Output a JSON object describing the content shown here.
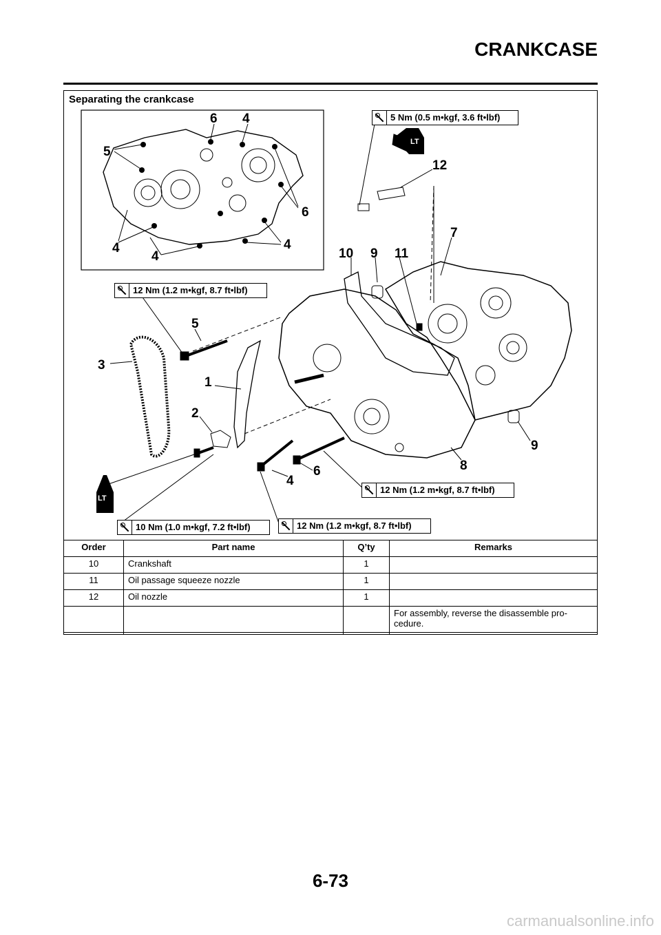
{
  "header": {
    "title": "CRANKCASE"
  },
  "section": {
    "title": "Separating the crankcase"
  },
  "figure": {
    "torque_specs": {
      "t5": "5 Nm (0.5 m•kgf, 3.6 ft•lbf)",
      "t12a": "12 Nm (1.2 m•kgf, 8.7 ft•lbf)",
      "t12b": "12 Nm (1.2 m•kgf, 8.7 ft•lbf)",
      "t10": "10 Nm (1.0 m•kgf, 7.2 ft•lbf)",
      "t12c": "12 Nm (1.2 m•kgf, 8.7 ft•lbf)"
    },
    "lt_label": "LT",
    "callouts": {
      "inset_6a": "6",
      "inset_4a": "4",
      "inset_5": "5",
      "inset_6b": "6",
      "inset_4b": "4",
      "inset_4c": "4",
      "inset_4d": "4",
      "c12": "12",
      "c7": "7",
      "c10": "10",
      "c9a": "9",
      "c11": "11",
      "c5": "5",
      "c3": "3",
      "c1": "1",
      "c2": "2",
      "c9b": "9",
      "c8": "8",
      "c6": "6",
      "c4": "4"
    }
  },
  "table": {
    "headers": {
      "order": "Order",
      "part": "Part name",
      "qty": "Q’ty",
      "remarks": "Remarks"
    },
    "rows": [
      {
        "order": "10",
        "part": "Crankshaft",
        "qty": "1",
        "remarks": ""
      },
      {
        "order": "11",
        "part": "Oil passage squeeze nozzle",
        "qty": "1",
        "remarks": ""
      },
      {
        "order": "12",
        "part": "Oil nozzle",
        "qty": "1",
        "remarks": ""
      },
      {
        "order": "",
        "part": "",
        "qty": "",
        "remarks": "For assembly, reverse the disassemble pro-cedure."
      }
    ]
  },
  "page_number": "6-73",
  "watermark": "carmanualsonline.info"
}
